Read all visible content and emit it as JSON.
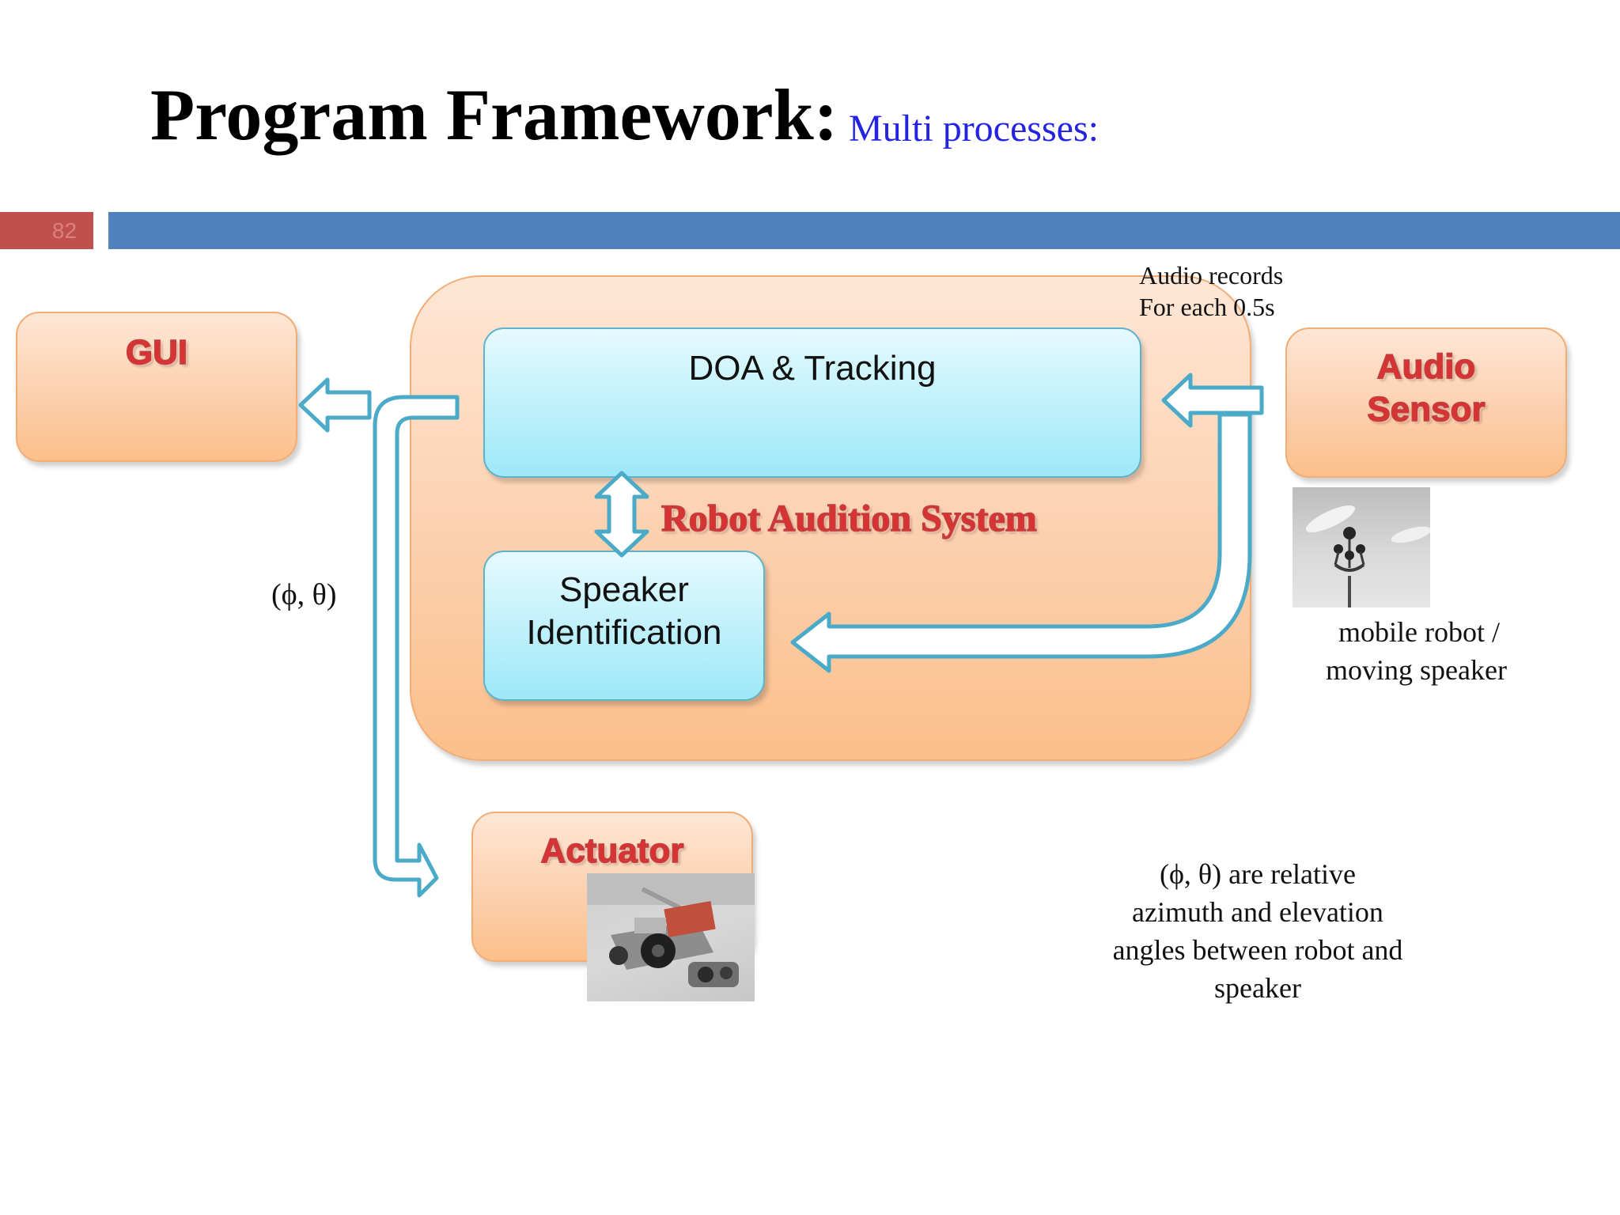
{
  "slide": {
    "title": "Program Framework:",
    "subtitle": "Multi processes:",
    "slide_number": "82"
  },
  "colors": {
    "title_bar": "#4f81bd",
    "slide_number_box": "#c0504d",
    "subtitle_text": "#2323e0",
    "wordart_red": "#d93232",
    "arrow_stroke": "#4aaac8"
  },
  "diagram": {
    "gui_label": "GUI",
    "audio_sensor_label": [
      "Audio",
      "Sensor"
    ],
    "doa_label": "DOA & Tracking",
    "speaker_id_label": [
      "Speaker",
      "Identification"
    ],
    "system_label": "Robot Audition System",
    "actuator_label": "Actuator",
    "audio_records_note": [
      "Audio records",
      "For each 0.5s"
    ],
    "angle_label": "(ϕ, θ)",
    "mobile_robot_caption": [
      "mobile robot /",
      "moving speaker"
    ],
    "angle_note": [
      "(ϕ, θ) are relative",
      "azimuth and elevation",
      "angles between robot and",
      "speaker"
    ]
  },
  "images": {
    "microphone_array": "microphone-array-photo",
    "robot": "robot-car-photo"
  }
}
